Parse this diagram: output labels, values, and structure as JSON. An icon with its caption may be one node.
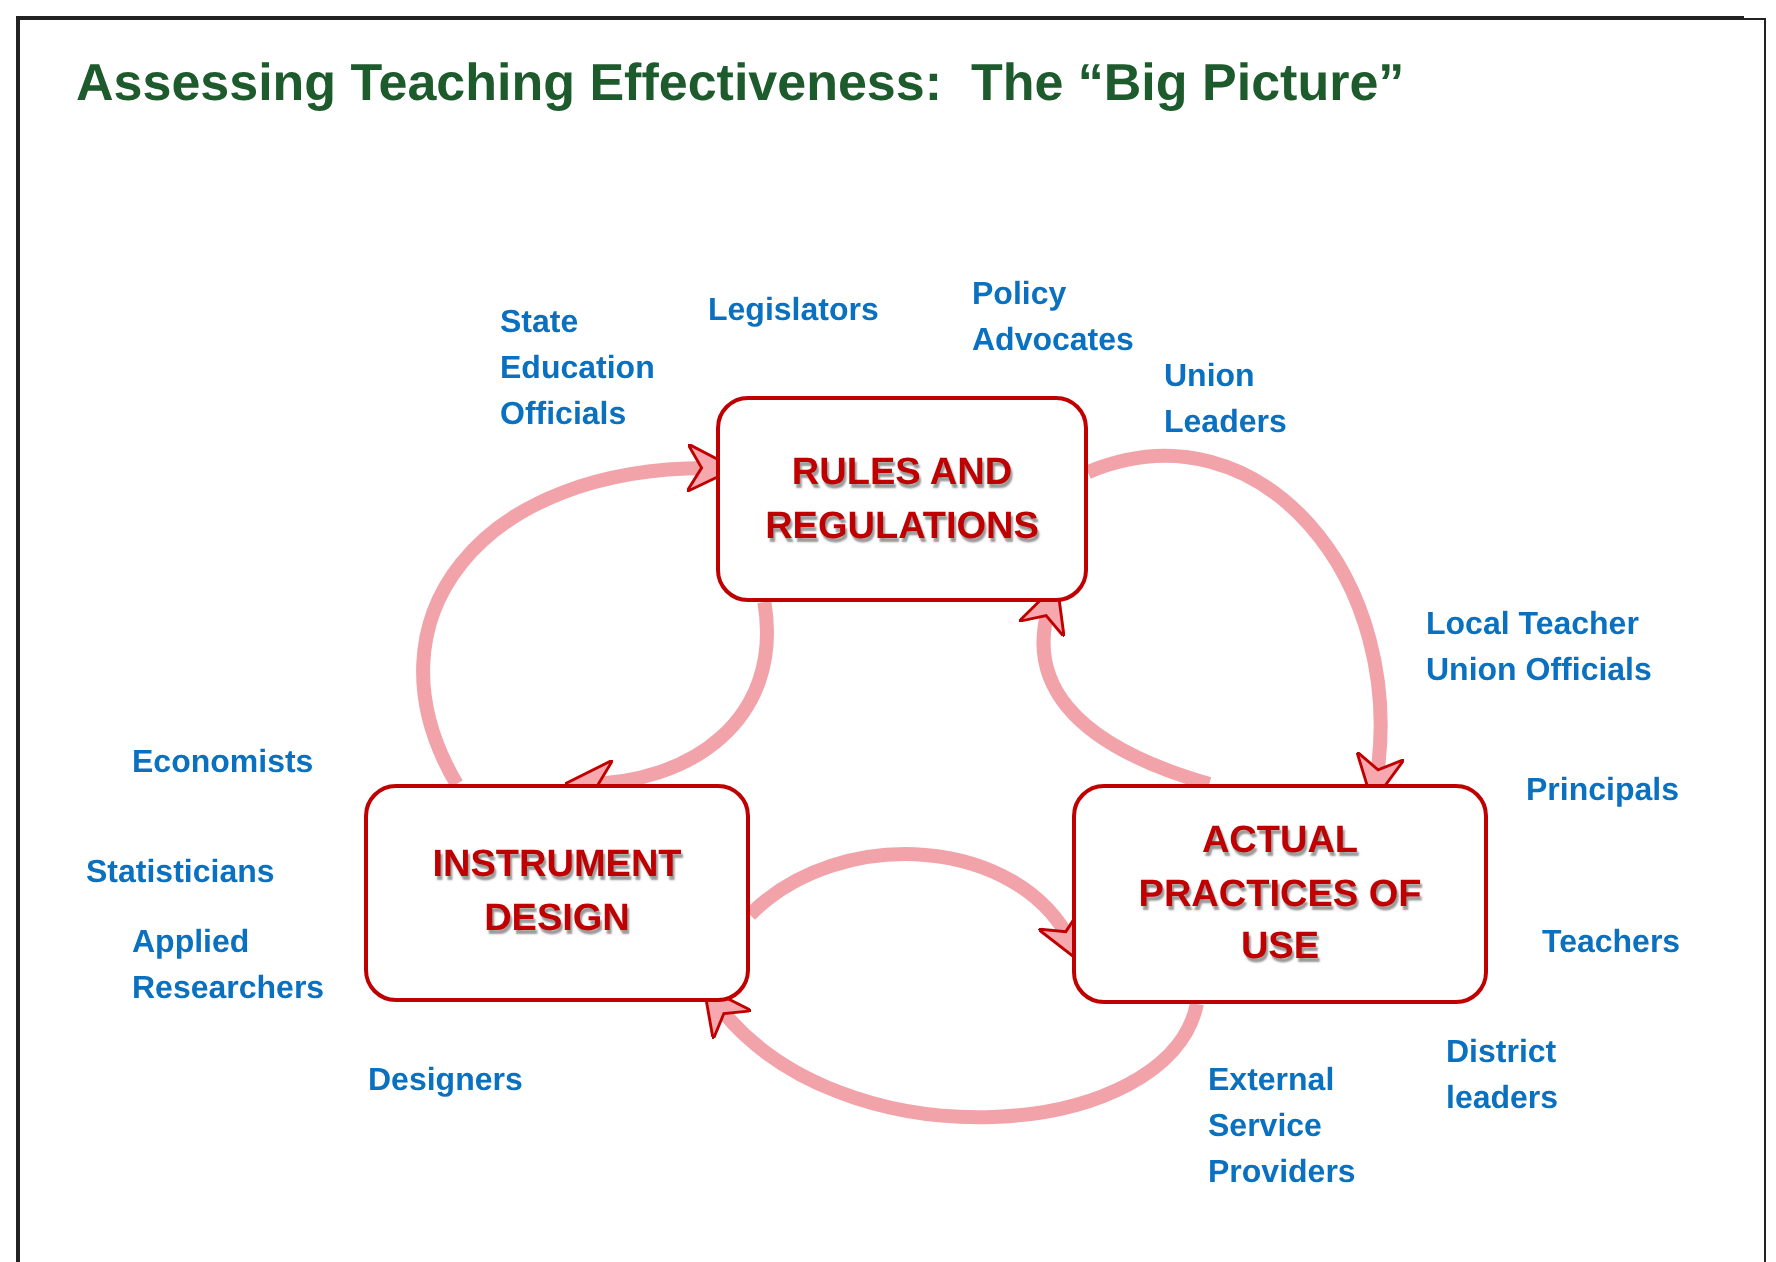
{
  "diagram": {
    "title": "Assessing Teaching Effectiveness:  The “Big Picture”",
    "nodes": [
      {
        "text": [
          "RULES AND REGULATIONS"
        ]
      },
      {
        "text": [
          "INSTRUMENT DESIGN"
        ]
      },
      {
        "text": [
          "ACTUAL PRACTICES OF USE"
        ]
      }
    ],
    "edges": [
      {
        "from": 1,
        "to": 0,
        "arrow": "to"
      },
      {
        "from": 0,
        "to": 1,
        "arrow": "to"
      },
      {
        "from": 0,
        "to": 2,
        "arrow": "to"
      },
      {
        "from": 2,
        "to": 0,
        "arrow": "to"
      },
      {
        "from": 1,
        "to": 2,
        "arrow": "to"
      },
      {
        "from": 2,
        "to": 1,
        "arrow": "to"
      }
    ],
    "labels": [
      "State Education Officials",
      "Legislators",
      "Policy Advocates",
      "Union Leaders",
      "Local Teacher Union Officials",
      "Economists",
      "Principals",
      "Statisticians",
      "Teachers",
      "Applied Researchers",
      "Designers",
      "District leaders",
      "External Service Providers"
    ]
  }
}
